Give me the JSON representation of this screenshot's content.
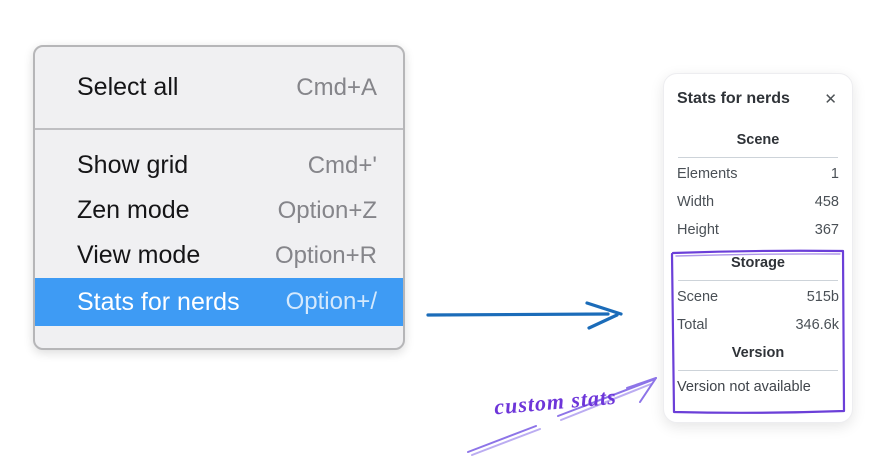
{
  "context_menu": {
    "items": [
      {
        "label": "Select all",
        "shortcut": "Cmd+A"
      },
      {
        "label": "Show grid",
        "shortcut": "Cmd+'"
      },
      {
        "label": "Zen mode",
        "shortcut": "Option+Z"
      },
      {
        "label": "View mode",
        "shortcut": "Option+R"
      },
      {
        "label": "Stats for nerds",
        "shortcut": "Option+/"
      }
    ],
    "selected_item": "Stats for nerds"
  },
  "stats_panel": {
    "title": "Stats for nerds",
    "close_icon": "✕",
    "scene": {
      "header": "Scene",
      "rows": [
        {
          "label": "Elements",
          "value": "1"
        },
        {
          "label": "Width",
          "value": "458"
        },
        {
          "label": "Height",
          "value": "367"
        }
      ]
    },
    "storage": {
      "header": "Storage",
      "rows": [
        {
          "label": "Scene",
          "value": "515b"
        },
        {
          "label": "Total",
          "value": "346.6k"
        }
      ]
    },
    "version": {
      "header": "Version",
      "note": "Version not available"
    }
  },
  "annotation": {
    "label": "custom stats"
  },
  "colors": {
    "menu_highlight": "#3e9bf4",
    "arrow_blue": "#1b6cb9",
    "annotation_purple": "#6d35d9",
    "box_purple": "#6b3fd8"
  }
}
